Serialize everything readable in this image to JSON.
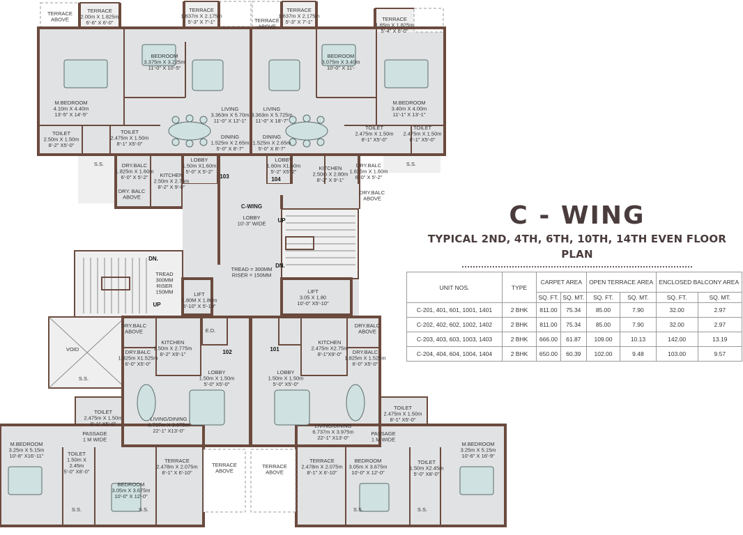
{
  "title": {
    "wing": "C - WING",
    "floor": "TYPICAL 2ND, 4TH, 6TH, 10TH, 14TH EVEN FLOOR PLAN"
  },
  "colors": {
    "wall": "#6b4a3e",
    "floor": "#e1e2e3",
    "furniture": "#cfe1e1"
  },
  "area_table": {
    "headers": {
      "unit": "UNIT NOS.",
      "type": "TYPE",
      "carpet": "CARPET AREA",
      "terrace": "OPEN TERRACE AREA",
      "balcony": "ENCLOSED BALCONY AREA",
      "sqft": "SQ. FT.",
      "sqmt": "SQ. MT."
    },
    "rows": [
      {
        "units": "C-201, 401, 601, 1001, 1401",
        "type": "2 BHK",
        "carpet_ft": "811.00",
        "carpet_mt": "75.34",
        "terrace_ft": "85.00",
        "terrace_mt": "7.90",
        "balcony_ft": "32.00",
        "balcony_mt": "2.97"
      },
      {
        "units": "C-202, 402, 602, 1002, 1402",
        "type": "2 BHK",
        "carpet_ft": "811.00",
        "carpet_mt": "75.34",
        "terrace_ft": "85.00",
        "terrace_mt": "7.90",
        "balcony_ft": "32.00",
        "balcony_mt": "2.97"
      },
      {
        "units": "C-203, 403, 603, 1003, 1403",
        "type": "2 BHK",
        "carpet_ft": "666.00",
        "carpet_mt": "61.87",
        "terrace_ft": "109.00",
        "terrace_mt": "10.13",
        "balcony_ft": "142.00",
        "balcony_mt": "13.19"
      },
      {
        "units": "C-204, 404, 604, 1004, 1404",
        "type": "2 BHK",
        "carpet_ft": "650.00",
        "carpet_mt": "60.39",
        "terrace_ft": "102.00",
        "terrace_mt": "9.48",
        "balcony_ft": "103.00",
        "balcony_mt": "9.57"
      }
    ]
  },
  "plan": {
    "core": {
      "wing": "C-WING",
      "lobby": [
        "LOBBY",
        "10'-3\" WIDE"
      ],
      "tread": [
        "TREAD = 300MM",
        "RISER = 150MM"
      ],
      "stair_left": [
        "TREAD",
        "300MM",
        "RISER",
        "150MM"
      ],
      "up": "UP",
      "dn": "DN.",
      "lift_left": [
        "LIFT",
        "1.80M X 1.80m",
        "5'-10\" X 5'-10\""
      ],
      "lift_right": [
        "LIFT",
        "3.05 X 1.80",
        "10'-0\" X5'-10\""
      ],
      "void": "VOID",
      "ed": "E.D."
    },
    "unit_numbers": {
      "u101": "101",
      "u102": "102",
      "u103": "103",
      "u104": "104"
    },
    "upper_left": {
      "terrace_above": [
        "TERRACE",
        "ABOVE"
      ],
      "terrace1": [
        "TERRACE",
        "2.00m X 1.825m",
        "6'-6\" X 6'-0\""
      ],
      "terrace2": [
        "TERRACE",
        "1.637m X 2.175m",
        "5'-3\" X 7'-1\""
      ],
      "bedroom": [
        "BEDROOM",
        "3.375m X 3.225m",
        "11'-0\" X 10'-5\""
      ],
      "mbedroom": [
        "M.BEDROOM",
        "4.10m X 4.40m",
        "13'-5\" X 14'-5\""
      ],
      "living": [
        "LIVING",
        "3.363m X 5.70m",
        "11'-0\" X 12'-1\""
      ],
      "dining": [
        "DINING",
        "1.525m X 2.65m",
        "5'-0\" X 8'-7\""
      ],
      "toilet1": [
        "TOILET",
        "2.50m X 1.50m",
        "8'-2\" X5'-0\""
      ],
      "toilet2": [
        "TOILET",
        "2.475m X 1.50m",
        "8'-1\" X5'-0\""
      ],
      "ss": "S.S.",
      "drybalc": [
        "DRY.BALC",
        "1.825m X 1.60m",
        "6'-0\" X 5'-2\""
      ],
      "kitchen": [
        "KITCHEN",
        "2.50m X 2.75m",
        "8'-2\" X 9'-0\""
      ],
      "lobby": [
        "LOBBY",
        "1.50m X1.60m",
        "5'-0\" X 5'-2\""
      ],
      "drybalc_above": [
        "DRY. BALC",
        "ABOVE"
      ]
    },
    "upper_right": {
      "terrace_above": [
        "TERRACE",
        "ABOVE"
      ],
      "terrace1": [
        "TERRACE",
        "1.637m X 2.175m",
        "5'-3\" X 7'-1\""
      ],
      "terrace2": [
        "TERRACE",
        "1.65m X 1.825m",
        "5'-4\" X 6'-0\""
      ],
      "bedroom": [
        "BEDROOM",
        "3.075m X 3.40m",
        "10'-0\" X 11'-"
      ],
      "mbedroom": [
        "M.BEDROOM",
        "3.40m X 4.00m",
        "11'-1\" X 13'-1\""
      ],
      "living": [
        "LIVING",
        "3.363m X 5.725m",
        "11'-0\" X 18'-7\""
      ],
      "dining": [
        "DINING",
        "1.525m X 2.65m",
        "5'-0\" X 8'-7\""
      ],
      "toilet1": [
        "TOILET",
        "2.475m X 1.50m",
        "8'-1\" X5'-0\""
      ],
      "toilet2": [
        "TOILET",
        "2.475m X 1.50m",
        "8'-1\" X5'-0\""
      ],
      "ss": "S.S.",
      "drybalc": [
        "DRY.BALC",
        "1.825m X 1.60m",
        "6'-0\" X 5'-2\""
      ],
      "kitchen": [
        "KITCHEN",
        "2.50m X 2.80m",
        "8'-2\" X 9'-1\""
      ],
      "lobby": [
        "LOBBY",
        "1.60m X1.60m",
        "5'-2\" X5'-2\""
      ],
      "drybalc_above": [
        "DRY.BALC",
        "ABOVE"
      ]
    },
    "lower_left": {
      "drybalc_above": [
        "DRY.BALC",
        "ABOVE"
      ],
      "drybalc": [
        "DRY.BALC",
        "1.825m X1.525m",
        "6'-0\" X5'-0\""
      ],
      "kitchen": [
        "KITCHEN",
        "2.50m X 2.775m",
        "8'-2\" X9'-1\""
      ],
      "lobby": [
        "LOBBY",
        "1.50m X 1.50m",
        "5'-0\" X5'-0\""
      ],
      "toilet1": [
        "TOILET",
        "2.475m X 1.50m",
        "8'-1\" X5'-0\""
      ],
      "living": [
        "LIVING/DINING",
        "6.737m X 3.975m",
        "22'-1\" X13'-0\""
      ],
      "passage": [
        "PASSAGE",
        "1 M WIDE"
      ],
      "mbedroom": [
        "M.BEDROOM",
        "3.25m X 5.15m",
        "10'-8\" X16'-11\""
      ],
      "toilet2": [
        "TOILET",
        "1.50m X",
        "2.45m",
        "5'-0\" X8'-0\""
      ],
      "bedroom": [
        "BEDROOM",
        "3.05m X 3.675m",
        "10'-0\" X 12'-0\""
      ],
      "terrace": [
        "TERRACE",
        "2.478m X 2.075m",
        "8'-1\" X 6'-10\""
      ],
      "terrace_above": [
        "TERRACE",
        "ABOVE"
      ],
      "ss1": "S.S.",
      "ss2": "S.S.",
      "ss3": "S.S."
    },
    "lower_right": {
      "drybalc_above": [
        "DRY.BALC",
        "ABOVE"
      ],
      "drybalc": [
        "DRY.BALC",
        "1.825m X 1.525m",
        "6'-0\" X5'-0\""
      ],
      "kitchen": [
        "KITCHEN",
        "2.475m X2.75m",
        "8'-1\"X9'-0\""
      ],
      "lobby": [
        "LOBBY",
        "1.50m X 1.50m",
        "5'-0\" X5'-0\""
      ],
      "toilet1": [
        "TOILET",
        "2.475m X 1.50m",
        "8'-1\" X5'-0\""
      ],
      "living": [
        "LIVING/DINING",
        "6.737m X 3.975m",
        "22'-1\" X13'-0\""
      ],
      "passage": [
        "PASSAGE",
        "1 M WIDE"
      ],
      "mbedroom": [
        "M.BEDROOM",
        "3.25m X 5.15m",
        "10'-6\" X 16'-9\""
      ],
      "toilet2": [
        "TOILET",
        "1.50m X2.45m",
        "5'-0\" X8'-0\""
      ],
      "bedroom": [
        "BEDROOM",
        "3.05m X 3.675m",
        "10'-0\" X 12'-0\""
      ],
      "terrace": [
        "TERRACE",
        "2.478m X 2.075m",
        "8'-1\" X 6'-10\""
      ],
      "terrace_above": [
        "TERRACE",
        "ABOVE"
      ],
      "ss1": "S.S.",
      "ss2": "S.S."
    }
  }
}
